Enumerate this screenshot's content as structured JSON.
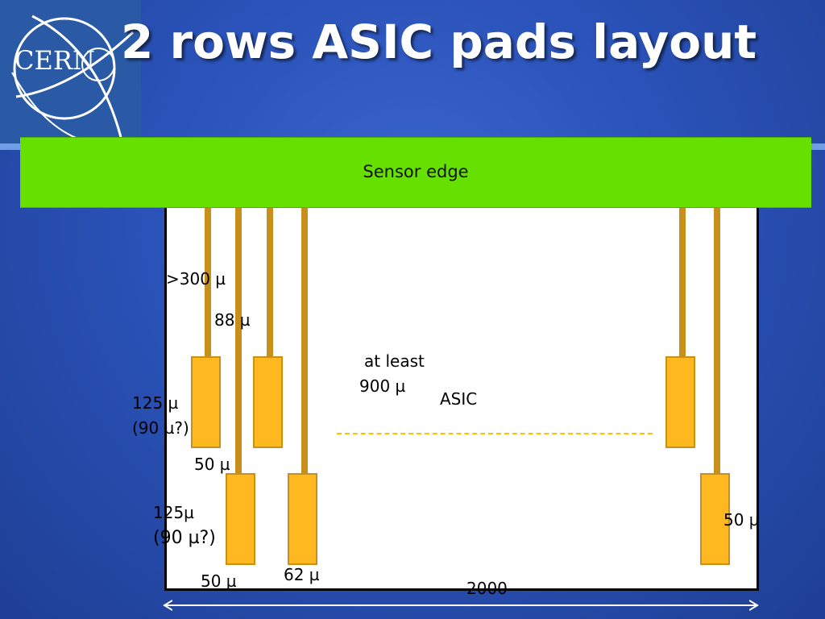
{
  "slide": {
    "title": "2 rows ASIC pads layout"
  },
  "logo": {
    "text": "CERN",
    "icon": "cern-logo"
  },
  "diagram": {
    "sensor_edge_label": "Sensor edge",
    "asic_label": "ASIC",
    "labels": {
      "min_trace_length": ">300 µ",
      "trace_spacing": "88 µ",
      "at_least": "at least",
      "asic_depth": "900 µ",
      "pad_height_row1": "125 µ",
      "pad_height_row1_alt": "(90 µ?)",
      "row_gap": "50 µ",
      "pad_height_row2": "125µ",
      "pad_height_row2_alt": "(90 µ?)",
      "pad_width_bottom": "50 µ",
      "pitch": "62 µ",
      "right_pad_width": "50 µ",
      "total_width": "2000"
    },
    "colors": {
      "sensor_edge": "#66e000",
      "pad_fill": "#ffb820",
      "trace": "#c8901a",
      "background": "#2a52b8"
    }
  }
}
